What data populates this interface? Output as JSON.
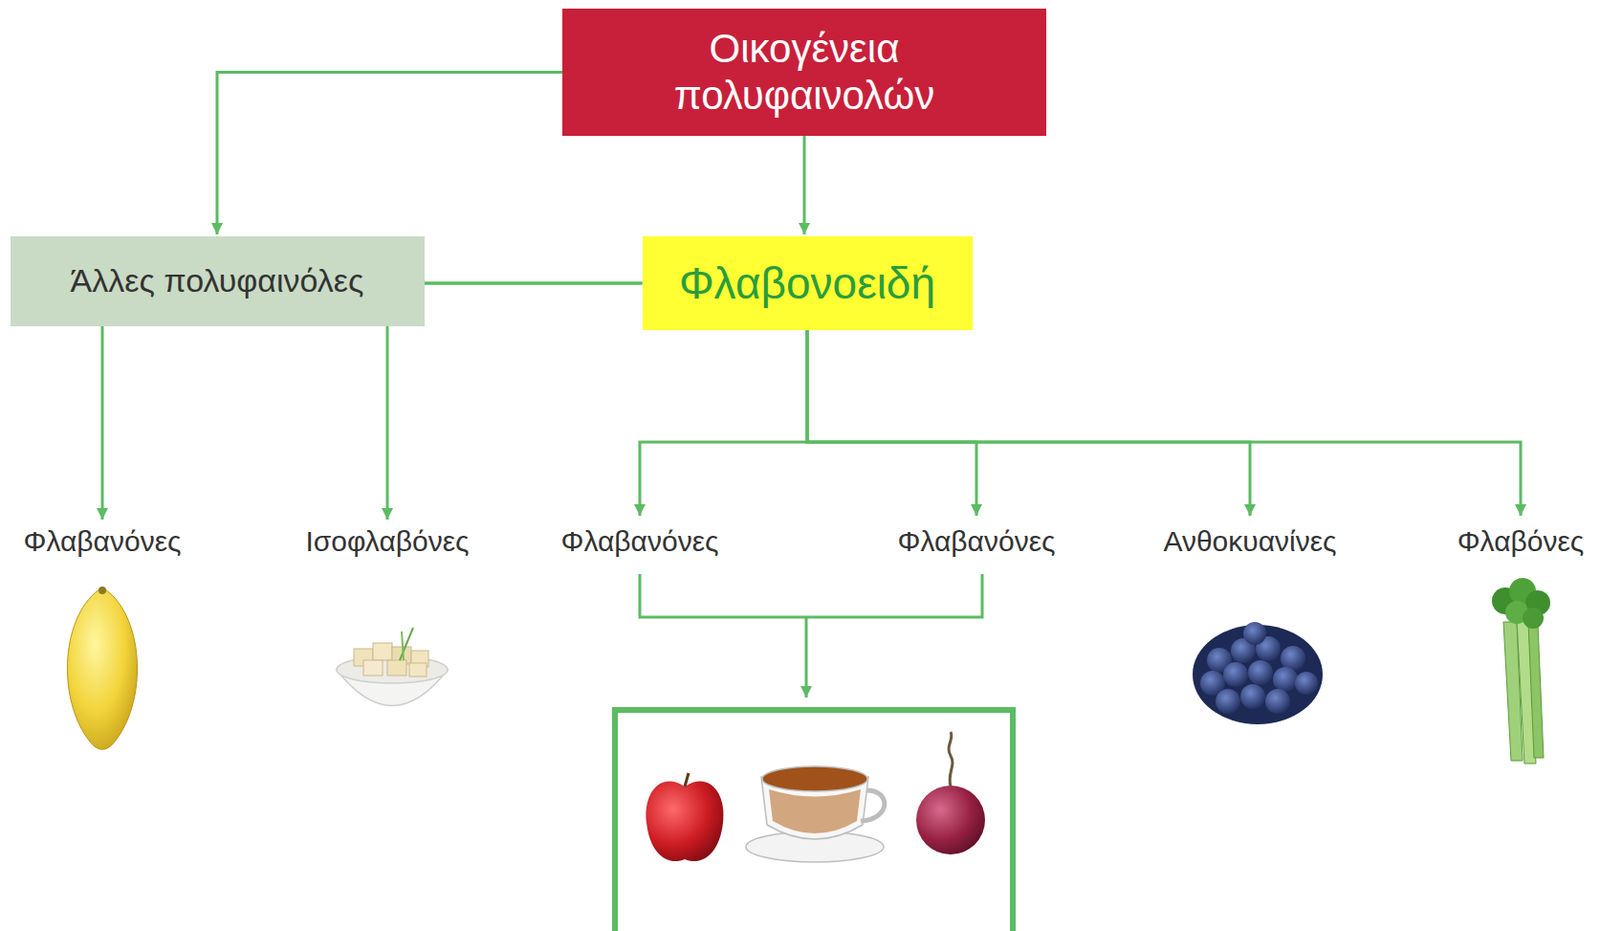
{
  "diagram": {
    "nodes": [
      {
        "text": [
          "Οικογένεια πολυφαινολών"
        ]
      },
      {
        "text": [
          "Άλλες πολυφαινόλες"
        ]
      },
      {
        "text": [
          "Φλαβονοειδή"
        ]
      },
      {
        "text": [
          "Φλαβανόνες"
        ]
      },
      {
        "text": [
          "Ισοφλαβόνες"
        ]
      },
      {
        "text": [
          "Φλαβανόνες"
        ]
      },
      {
        "text": [
          "Φλαβανόνες"
        ]
      },
      {
        "text": [
          "Ανθοκυανίνες"
        ]
      },
      {
        "text": [
          "Φλαβόνες"
        ]
      }
    ],
    "edges": [
      {
        "from": 0,
        "to": 1,
        "arrow": "to"
      },
      {
        "from": 0,
        "to": 2,
        "arrow": "to"
      },
      {
        "from": 2,
        "to": 3,
        "arrow": "to"
      },
      {
        "from": 2,
        "to": 4,
        "arrow": "to"
      },
      {
        "from": 2,
        "to": 5,
        "arrow": "to"
      },
      {
        "from": 2,
        "to": 6,
        "arrow": "to"
      },
      {
        "from": 2,
        "to": 7,
        "arrow": "to"
      },
      {
        "from": 2,
        "to": 8,
        "arrow": "to"
      }
    ]
  }
}
